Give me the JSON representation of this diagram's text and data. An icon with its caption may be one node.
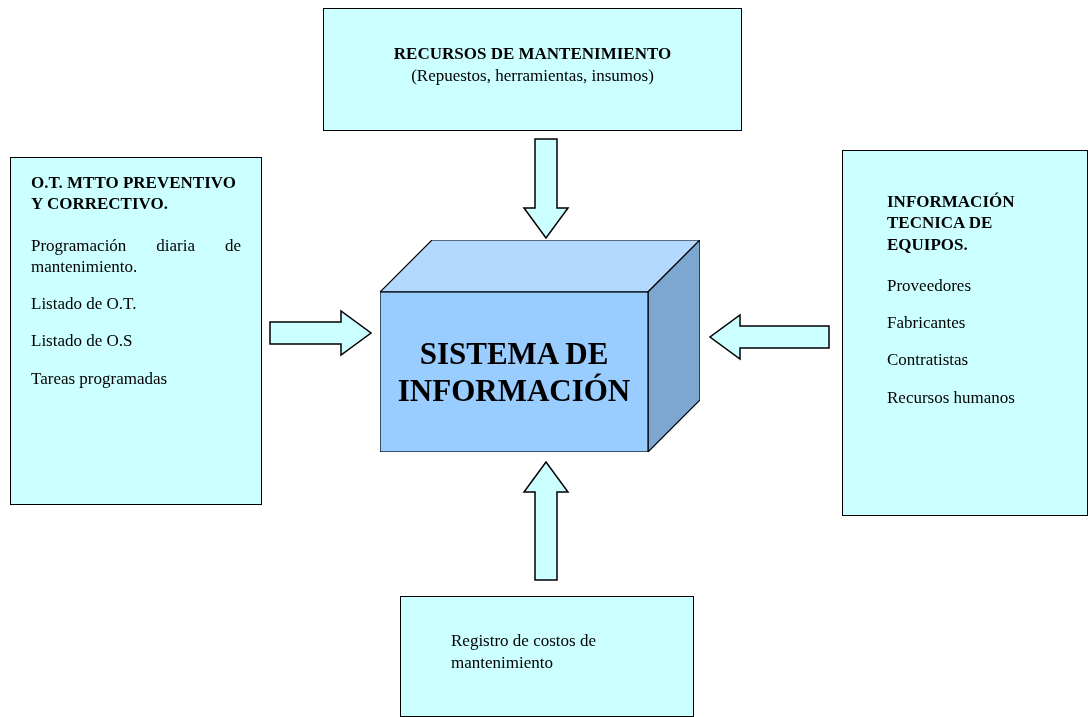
{
  "diagram": {
    "nodes": [
      {
        "text": [
          "RECURSOS DE MANTENIMIENTO",
          "(Repuestos, herramientas, insumos)"
        ]
      },
      {
        "text": [
          "O.T. MTTO PREVENTIVO Y CORRECTIVO.",
          "Programación diaria de mantenimiento.",
          "Listado de O.T.",
          "Listado de O.S",
          "Tareas programadas"
        ]
      },
      {
        "text": [
          "SISTEMA DE INFORMACIÓN"
        ]
      },
      {
        "text": [
          "INFORMACIÓN TECNICA DE EQUIPOS.",
          "Proveedores",
          "Fabricantes",
          "Contratistas",
          "Recursos humanos"
        ]
      },
      {
        "text": [
          "Registro de costos de mantenimiento"
        ]
      }
    ],
    "edges": [
      {
        "from": 0,
        "to": 2,
        "arrow": "to"
      },
      {
        "from": 1,
        "to": 2,
        "arrow": "to"
      },
      {
        "from": 3,
        "to": 2,
        "arrow": "to"
      },
      {
        "from": 4,
        "to": 2,
        "arrow": "to"
      }
    ]
  }
}
